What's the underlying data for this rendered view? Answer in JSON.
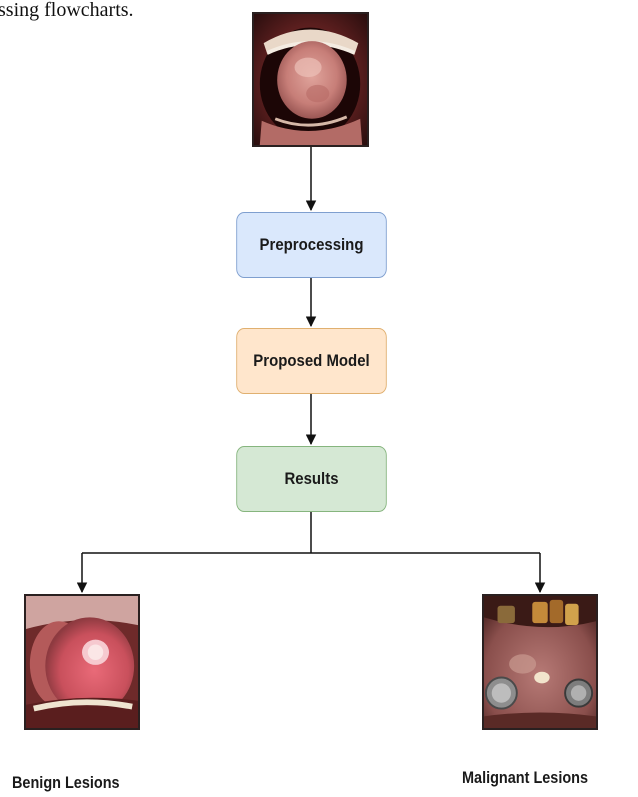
{
  "caption": "ssing flowcharts.",
  "steps": {
    "preprocessing": "Preprocessing",
    "proposed_model": "Proposed Model",
    "results": "Results"
  },
  "outputs": {
    "benign": "Benign Lesions",
    "malignant": "Malignant Lesions"
  },
  "colors": {
    "preprocessing_fill": "#dae8fc",
    "preprocessing_border": "#7f9fcf",
    "proposed_model_fill": "#ffe6cc",
    "proposed_model_border": "#e0b070",
    "results_fill": "#d5e8d4",
    "results_border": "#86b57e",
    "connector": "#111111"
  }
}
